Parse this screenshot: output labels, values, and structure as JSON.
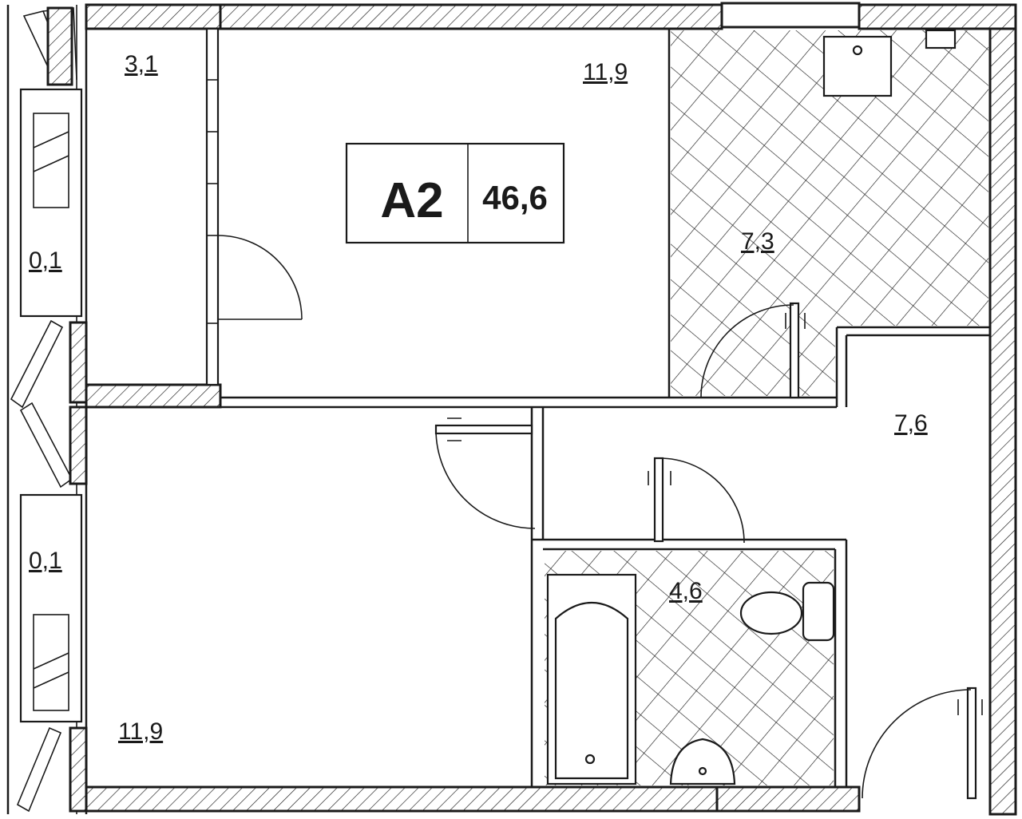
{
  "apartment": {
    "code": "A2",
    "total_area": "46,6"
  },
  "rooms": [
    {
      "id": "hall-small",
      "area": "3,1"
    },
    {
      "id": "kitchen-living",
      "area": "11,9"
    },
    {
      "id": "wardrobe-tiled",
      "area": "7,3"
    },
    {
      "id": "loggia-top",
      "area": "0,1"
    },
    {
      "id": "loggia-bottom",
      "area": "0,1"
    },
    {
      "id": "corridor",
      "area": "7,6"
    },
    {
      "id": "bathroom",
      "area": "4,6"
    },
    {
      "id": "bedroom",
      "area": "11,9"
    }
  ],
  "colors": {
    "line": "#1a1a1a",
    "background": "#ffffff"
  }
}
